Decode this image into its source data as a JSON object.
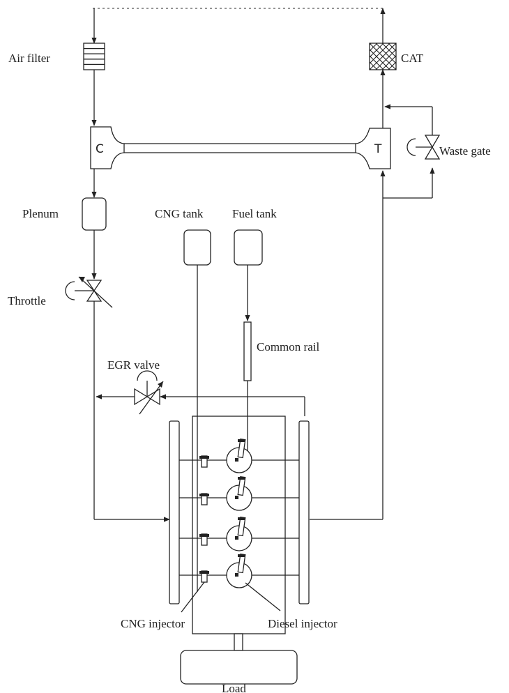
{
  "labels": {
    "air_filter": "Air filter",
    "cat": "CAT",
    "compressor": "C",
    "turbine": "T",
    "waste_gate": "Waste gate",
    "plenum": "Plenum",
    "cng_tank": "CNG tank",
    "fuel_tank": "Fuel tank",
    "throttle": "Throttle",
    "common_rail": "Common rail",
    "egr_valve": "EGR valve",
    "cng_injector": "CNG injector",
    "diesel_injector": "Diesel injector",
    "load": "Load"
  },
  "icons": {
    "air_filter": "air-filter-icon",
    "cat": "catalytic-converter-icon",
    "valve": "valve-icon",
    "injector": "injector-icon"
  },
  "colors": {
    "line": "#222222",
    "background": "#ffffff"
  }
}
